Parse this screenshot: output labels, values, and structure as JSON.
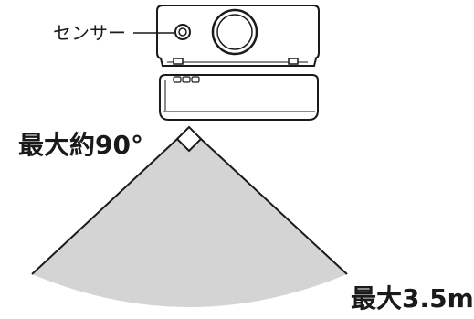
{
  "diagram": {
    "sensor_label": "センサー",
    "angle_label": "最大約90°",
    "range_label": "最大3.5m",
    "colors": {
      "outline": "#1a1a1a",
      "cone_fill": "#d4d4d4",
      "background": "#ffffff"
    },
    "icons": [
      "projector-front-icon",
      "projector-top-icon",
      "sensor-icon"
    ]
  }
}
